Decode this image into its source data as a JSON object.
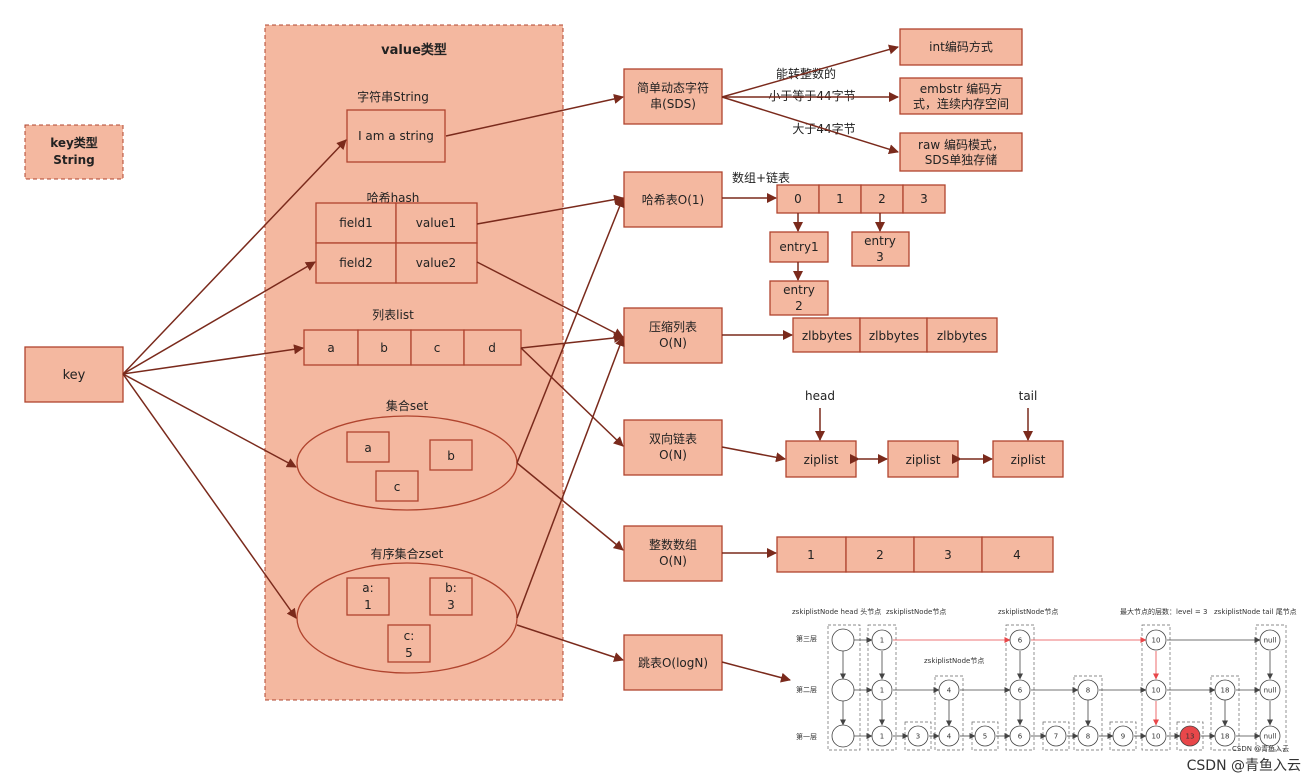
{
  "key_type": {
    "title": "key类型",
    "subtitle": "String"
  },
  "key": "key",
  "value_type_title": "value类型",
  "string": {
    "label": "字符串String",
    "value": "I am a string"
  },
  "hash": {
    "label": "哈希hash",
    "cells": [
      "field1",
      "value1",
      "field2",
      "value2"
    ]
  },
  "list": {
    "label": "列表list",
    "cells": [
      "a",
      "b",
      "c",
      "d"
    ]
  },
  "set": {
    "label": "集合set",
    "members": [
      "a",
      "b",
      "c"
    ]
  },
  "zset": {
    "label": "有序集合zset",
    "members": [
      [
        "a:",
        "1"
      ],
      [
        "b:",
        "3"
      ],
      [
        "c:",
        "5"
      ]
    ]
  },
  "sds": {
    "line1": "简单动态字符",
    "line2": "串(SDS)"
  },
  "hashtable": "哈希表O(1)",
  "ziplist_enc": {
    "line1": "压缩列表",
    "line2": "O(N)"
  },
  "linkedlist": {
    "line1": "双向链表",
    "line2": "O(N)"
  },
  "intset": {
    "line1": "整数数组",
    "line2": "O(N)"
  },
  "skiplist": "跳表O(logN)",
  "enc": {
    "int": "int编码方式",
    "embstr": [
      "embstr 编码方",
      "式，连续内存空间"
    ],
    "raw": [
      "raw 编码模式，",
      "SDS单独存储"
    ],
    "edge_int": "能转整数的",
    "edge_embstr": "小于等于44字节",
    "edge_raw": "大于44字节"
  },
  "ht": {
    "label": "数组+链表",
    "buckets": [
      "0",
      "1",
      "2",
      "3"
    ],
    "entry1": "entry1",
    "entry2": [
      "entry",
      "2"
    ],
    "entry3": [
      "entry",
      "3"
    ]
  },
  "zl": [
    "zlbbytes",
    "zlbbytes",
    "zlbbytes"
  ],
  "ll": {
    "head": "head",
    "tail": "tail",
    "nodes": [
      "ziplist",
      "ziplist",
      "ziplist"
    ]
  },
  "is": [
    "1",
    "2",
    "3",
    "4"
  ],
  "sk": {
    "top": [
      "zskiplistNode head 头节点",
      "zskiplistNode节点",
      "zskiplistNode节点",
      "最大节点的层数：level = 3",
      "zskiplistNode tail 尾节点"
    ],
    "mid": "zskiplistNode节点",
    "levels": [
      "第三层",
      "第二层",
      "第一层"
    ],
    "l3": [
      "1",
      "6",
      "10",
      "null"
    ],
    "l2": [
      "1",
      "4",
      "6",
      "8",
      "10",
      "18",
      "null"
    ],
    "l1": [
      "1",
      "3",
      "4",
      "5",
      "6",
      "7",
      "8",
      "9",
      "10",
      "13",
      "18",
      "null"
    ],
    "foot": "CSDN @青鱼入云"
  },
  "watermark": "CSDN @青鱼入云",
  "colors": {
    "box": "#f4b8a0",
    "border": "#b0442e",
    "arrow": "#7a2a1c",
    "dashed_bg": "#f4b8a0",
    "highlight": "#e8474a"
  }
}
